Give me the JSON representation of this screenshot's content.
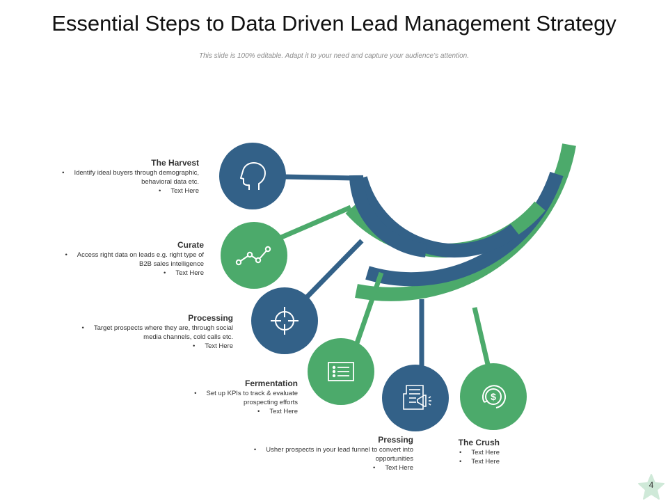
{
  "slide": {
    "title": "Essential Steps to Data Driven Lead Management Strategy",
    "subtitle": "This slide is 100% editable. Adapt it to your need and capture your audience’s attention.",
    "page_number": "4"
  },
  "colors": {
    "blue": "#336188",
    "green": "#4caa6b"
  },
  "steps": [
    {
      "title": "The Harvest",
      "bullets": [
        "Identify ideal buyers through demographic, behavioral data etc.",
        "Text Here"
      ],
      "icon": "head-icon",
      "color": "blue"
    },
    {
      "title": "Curate",
      "bullets": [
        "Access right data on leads e.g. right type of B2B sales intelligence",
        "Text Here"
      ],
      "icon": "line-graph-icon",
      "color": "green"
    },
    {
      "title": "Processing",
      "bullets": [
        "Target prospects where they are, through social media channels, cold calls etc.",
        "Text Here"
      ],
      "icon": "crosshair-icon",
      "color": "blue"
    },
    {
      "title": "Fermentation",
      "bullets": [
        "Set up KPIs  to track & evaluate prospecting efforts",
        "Text Here"
      ],
      "icon": "checklist-icon",
      "color": "green"
    },
    {
      "title": "Pressing",
      "bullets": [
        "Usher prospects in your lead funnel to convert into opportunities",
        "Text Here"
      ],
      "icon": "newspaper-megaphone-icon",
      "color": "blue"
    },
    {
      "title": "The Crush",
      "bullets": [
        "Text Here",
        "Text Here"
      ],
      "icon": "dollar-coin-icon",
      "color": "green"
    }
  ]
}
